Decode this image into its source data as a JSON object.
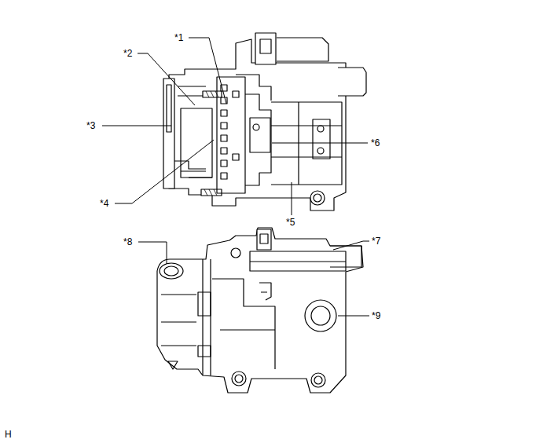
{
  "diagram": {
    "labels": [
      "*1",
      "*2",
      "*3",
      "*6",
      "*4",
      "*5",
      "*7",
      "*8",
      "*9",
      "H"
    ]
  }
}
